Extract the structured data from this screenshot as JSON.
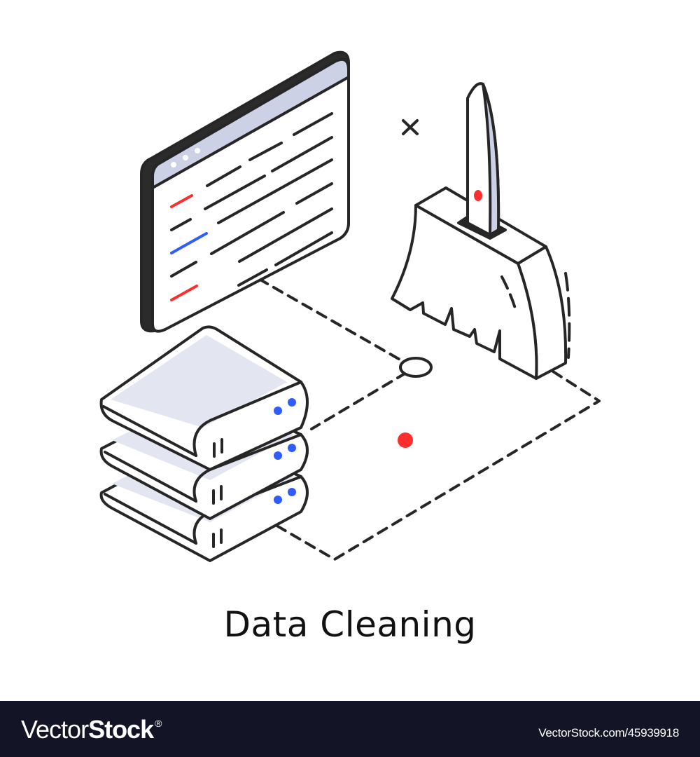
{
  "illustration": {
    "title": "Data Cleaning",
    "elements": [
      "browser-window",
      "broom",
      "server-stack",
      "dashed-platform"
    ],
    "colors": {
      "stroke": "#262626",
      "accent_red": "#ff2e2e",
      "accent_blue": "#2f5cff",
      "fill_lavender": "#cdd1e6",
      "fill_light": "#e3e6f1"
    }
  },
  "footer": {
    "brand_light": "Vector",
    "brand_bold": "Stock",
    "brand_mark": "®",
    "stock_id": "VectorStock.com/45939918",
    "background": "#131426"
  }
}
